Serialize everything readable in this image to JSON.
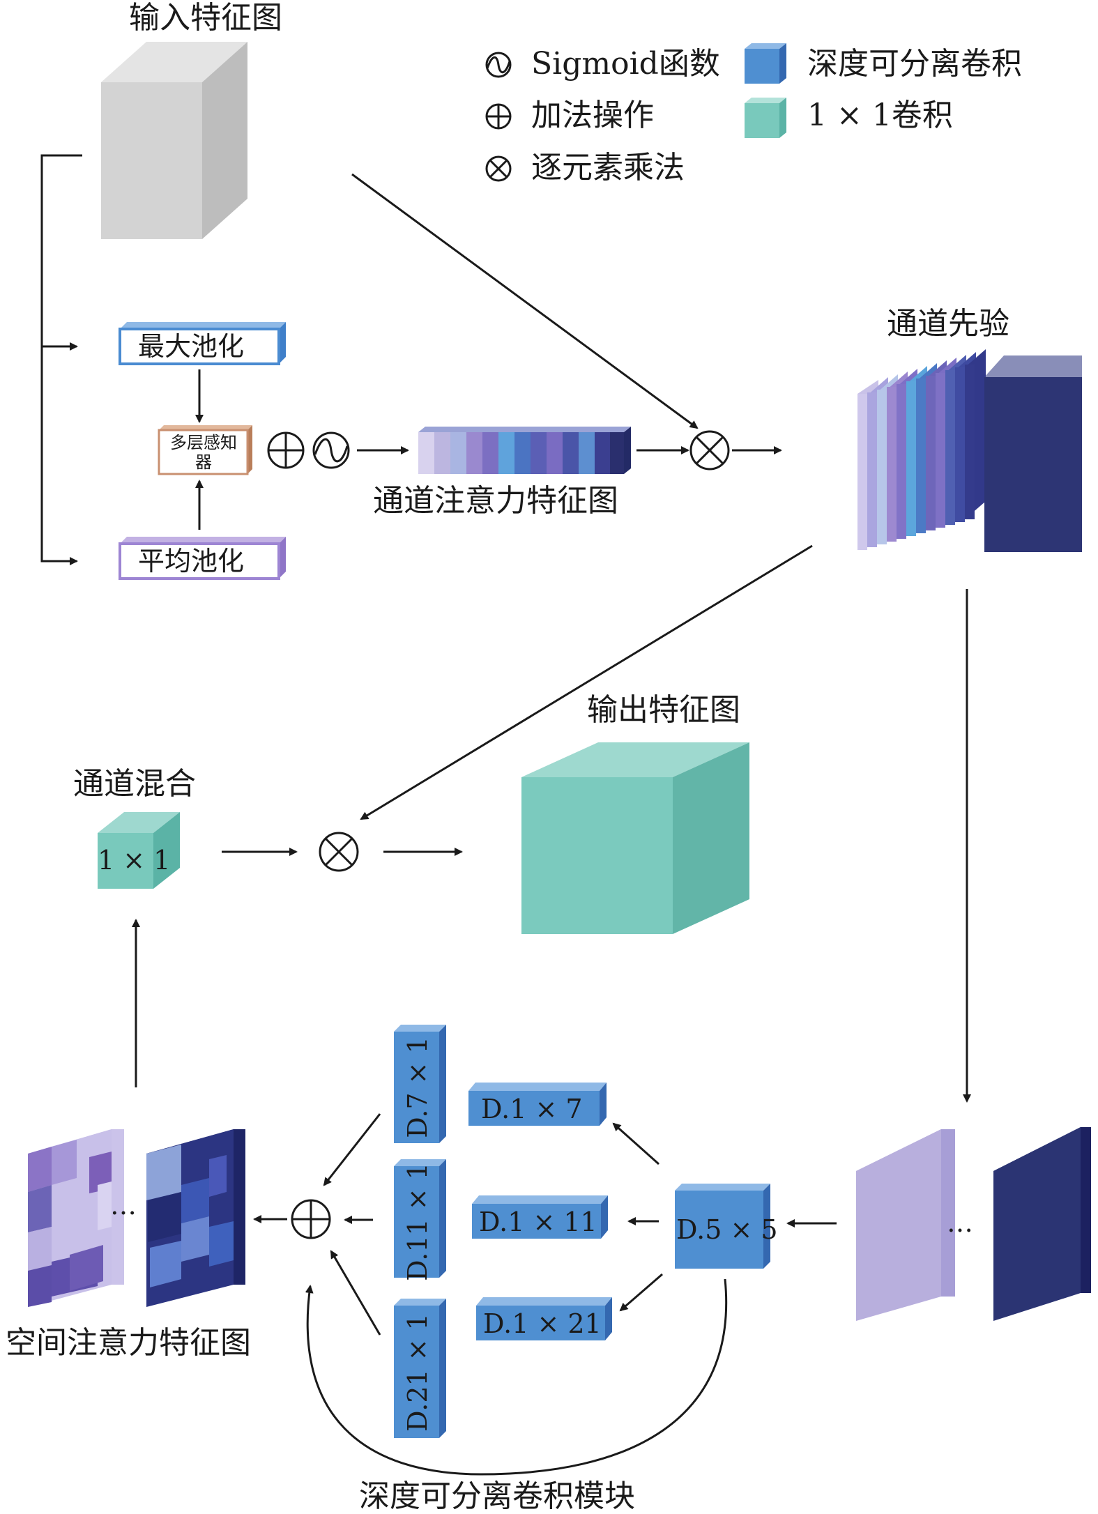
{
  "legend": {
    "sigmoid": "Sigmoid函数",
    "add": "加法操作",
    "multiply": "逐元素乘法",
    "depthwise": "深度可分离卷积",
    "pointwise": "1 × 1卷积"
  },
  "labels": {
    "input": "输入特征图",
    "channel_prior": "通道先验",
    "max_pool": "最大池化",
    "avg_pool": "平均池化",
    "mlp": "多层感知器",
    "channel_attention": "通道注意力特征图",
    "output": "输出特征图",
    "channel_mix": "通道混合",
    "conv1x1": "1 × 1",
    "spatial_attention": "空间注意力特征图",
    "dw_module": "深度可分离卷积模块",
    "ellipsis": "…"
  },
  "convs": {
    "d5x5": "D.5 × 5",
    "d1x7": "D.1 × 7",
    "d1x11": "D.1 × 11",
    "d1x21": "D.1 × 21",
    "d7x1": "D.7 × 1",
    "d11x1": "D.11 × 1",
    "d21x1": "D.21 × 1"
  },
  "colors": {
    "depthwise": "#4f8fd1",
    "pointwise": "#76c7bb",
    "input_cube": "#cfcfcf",
    "navy": "#2b3473",
    "lavender": "#b8afdd"
  }
}
